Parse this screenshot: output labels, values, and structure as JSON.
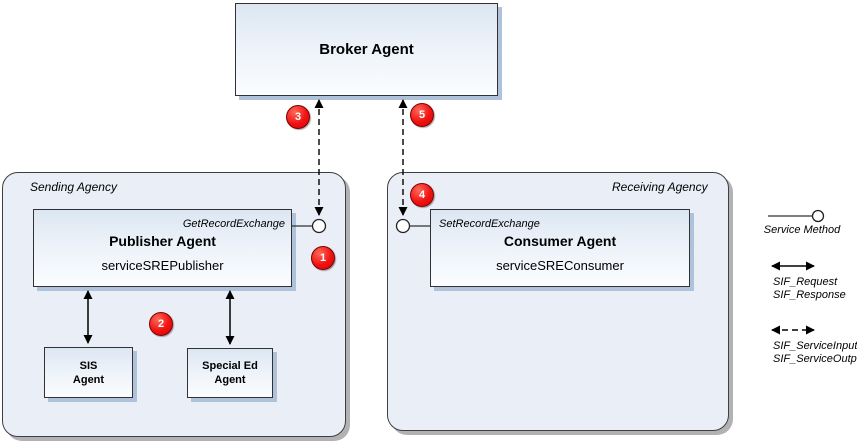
{
  "diagram": {
    "broker": {
      "title": "Broker Agent"
    },
    "sending_agency": {
      "label": "Sending Agency",
      "publisher": {
        "method_label": "GetRecordExchange",
        "title": "Publisher Agent",
        "service": "serviceSREPublisher"
      },
      "sis_agent": {
        "line1": "SIS",
        "line2": "Agent"
      },
      "special_ed_agent": {
        "line1": "Special Ed",
        "line2": "Agent"
      }
    },
    "receiving_agency": {
      "label": "Receiving Agency",
      "consumer": {
        "method_label": "SetRecordExchange",
        "title": "Consumer Agent",
        "service": "serviceSREConsumer"
      }
    },
    "steps": {
      "s1": "1",
      "s2": "2",
      "s3": "3",
      "s4": "4",
      "s5": "5"
    },
    "legend": {
      "service_method": "Service Method",
      "sif_request": "SIF_Request",
      "sif_response": "SIF_Response",
      "sif_service_input": "SIF_ServiceInput",
      "sif_service_output": "SIF_ServiceOutput"
    },
    "colors": {
      "badge_red": "#f01212",
      "badge_border": "#7c0000",
      "box_fill_top": "#dce6f2",
      "box_fill_bottom": "#fbfdff",
      "container_fill": "#e9eef7",
      "box_shadow_blue": "#aec2da",
      "container_shadow_gray": "#b2b2b5",
      "line_black": "#000000"
    }
  }
}
